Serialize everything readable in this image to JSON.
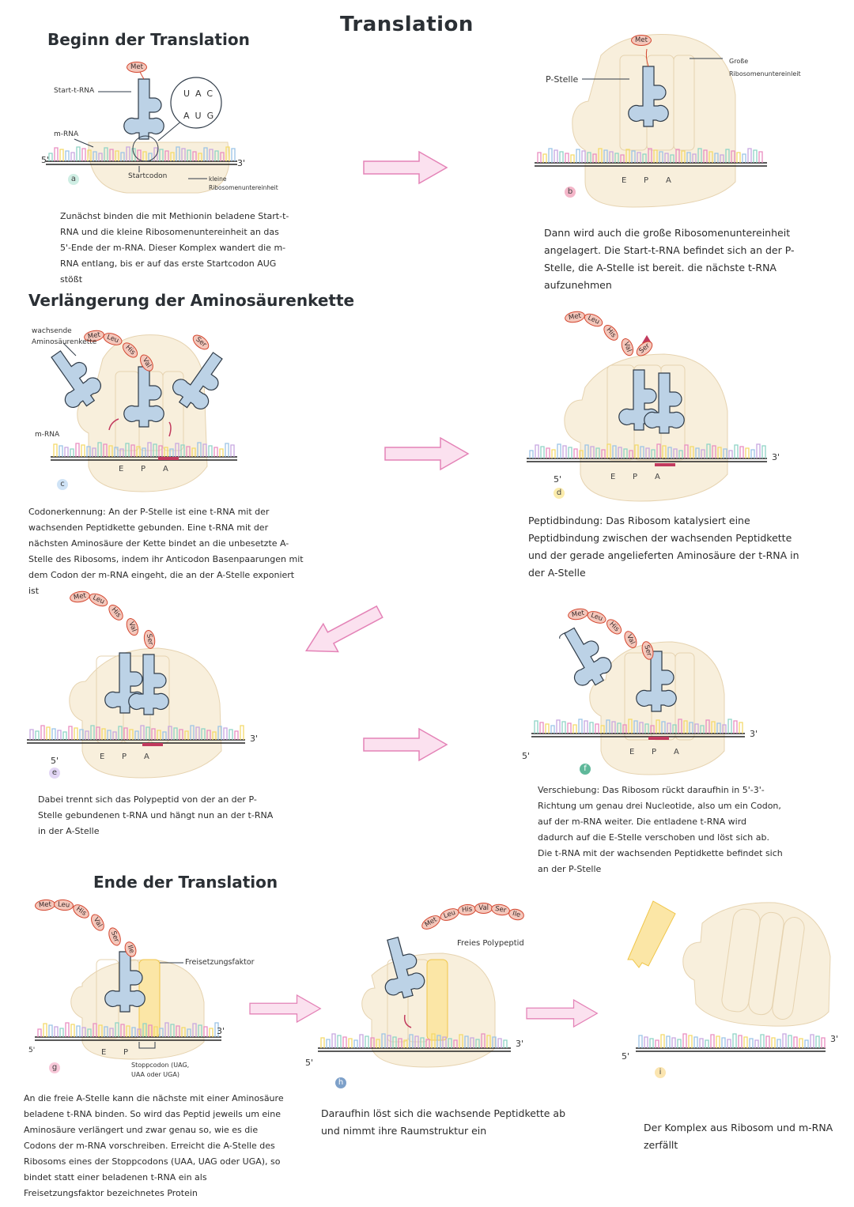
{
  "page_title": "Translation",
  "sections": {
    "beginn": "Beginn der Translation",
    "verlaengerung": "Verlängerung der Aminosäurenkette",
    "ende": "Ende der Translation"
  },
  "panel_a": {
    "step": "a",
    "label_trna": "Start-t-RNA",
    "label_mrna": "m-RNA",
    "label_5": "5'",
    "label_3": "3'",
    "label_startcodon": "Startcodon",
    "label_small": "kleine Ribosomenuntereinheit",
    "anticodon": "UAC",
    "codon": "AUG",
    "aa": "Met",
    "text": "Zunächst binden die mit Methionin beladene Start-t-RNA und die kleine Ribosomenuntereinheit an das 5'-Ende der m-RNA. Dieser Komplex wandert die m-RNA entlang, bis er auf das erste Startcodon AUG stößt"
  },
  "panel_b": {
    "step": "b",
    "label_p": "P-Stelle",
    "label_large": "Große Ribosomenuntereinleit",
    "aa": "Met",
    "sites": [
      "E",
      "P",
      "A"
    ],
    "text": "Dann wird auch die große Ribosomenuntereinheit angelagert. Die Start-t-RNA befindet sich an der P-Stelle, die A-Stelle ist bereit. die nächste t-RNA aufzunehmen"
  },
  "panel_c": {
    "step": "c",
    "label_chain": "wachsende Aminosäurenkette",
    "label_mrna": "m-RNA",
    "chain": [
      "Met",
      "Leu",
      "His",
      "Val"
    ],
    "incoming": "Ser",
    "sites": [
      "E",
      "P",
      "A"
    ],
    "text": "Codonerkennung: An der P-Stelle ist eine t-RNA mit der wachsenden Peptidkette gebunden. Eine t-RNA mit der nächsten Aminosäure der Kette bindet an die unbesetzte A-Stelle des Ribosoms, indem ihr Anticodon Basenpaarungen mit dem Codon der m-RNA eingeht, die an der A-Stelle exponiert ist"
  },
  "panel_d": {
    "step": "d",
    "chain": [
      "Met",
      "Leu",
      "His",
      "Val",
      "Ser"
    ],
    "label_5": "5'",
    "label_3": "3'",
    "sites": [
      "E",
      "P",
      "A"
    ],
    "text": "Peptidbindung: Das Ribosom katalysiert eine Peptidbindung zwischen der wachsenden Peptidkette und der gerade angelieferten Aminosäure der t-RNA in der A-Stelle"
  },
  "panel_e": {
    "step": "e",
    "chain": [
      "Met",
      "Leu",
      "His",
      "Val",
      "Ser"
    ],
    "label_5": "5'",
    "label_3": "3'",
    "sites": [
      "E",
      "P",
      "A"
    ],
    "text": "Dabei trennt sich das Polypeptid von der an der P-Stelle gebundenen t-RNA und hängt nun an der t-RNA in der A-Stelle"
  },
  "panel_f": {
    "step": "f",
    "chain": [
      "Met",
      "Leu",
      "His",
      "Val",
      "Ser"
    ],
    "label_5": "5'",
    "label_3": "3'",
    "sites": [
      "E",
      "P",
      "A"
    ],
    "text": "Verschiebung: Das Ribosom rückt daraufhin in 5'-3'-Richtung um genau drei Nucleotide, also um ein Codon, auf der m-RNA weiter. Die entladene t-RNA wird dadurch auf die E-Stelle verschoben und löst sich ab. Die t-RNA mit der wachsenden Peptidkette befindet sich an der P-Stelle"
  },
  "panel_g": {
    "step": "g",
    "chain": [
      "Met",
      "Leu",
      "His",
      "Val",
      "Ser",
      "Ile"
    ],
    "label_factor": "Freisetzungsfaktor",
    "label_stop": "Stoppcodon (UAG, UAA oder UGA)",
    "label_5": "5'",
    "label_3": "3'",
    "sites": [
      "E",
      "P"
    ],
    "text": "An die freie A-Stelle kann die nächste mit einer Aminosäure beladene t-RNA binden. So wird das Peptid jeweils um eine Aminosäure verlängert und zwar genau so, wie es die Codons der m-RNA vorschreiben. Erreicht die A-Stelle des Ribosoms eines der Stoppcodons (UAA, UAG oder UGA), so bindet statt einer beladenen t-RNA ein als Freisetzungsfaktor bezeichnetes Protein"
  },
  "panel_h": {
    "step": "h",
    "chain": [
      "Met",
      "Leu",
      "His",
      "Val",
      "Ser",
      "Ile"
    ],
    "label_free": "Freies Polypeptid",
    "label_5": "5'",
    "label_3": "3'",
    "text": "Daraufhin löst sich die wachsende Peptidkette ab und nimmt ihre Raumstruktur ein"
  },
  "panel_i": {
    "step": "i",
    "label_5": "5'",
    "label_3": "3'",
    "text": "Der Komplex aus Ribosom und m-RNA zerfällt"
  },
  "colors": {
    "ribosome_fill": "#f8efdc",
    "ribosome_stroke": "#e6d3b0",
    "trna_fill": "#bcd2e6",
    "trna_stroke": "#2f3b48",
    "aa_fill": "#f4c7bb",
    "aa_stroke": "#d3452e",
    "arrow_fill": "#fbe1ef",
    "arrow_stroke": "#e483b7",
    "factor_fill": "#fbe6a6",
    "factor_stroke": "#f0c64a",
    "nuc_colors": [
      "#8fd3c5",
      "#e98dc0",
      "#f3d96a",
      "#9bc3e6",
      "#c7a6e0"
    ],
    "step_colors": {
      "a": "#cfeee4",
      "b": "#f4b6c9",
      "c": "#cfe3f6",
      "d": "#fbecac",
      "e": "#e2d6f5",
      "f": "#5fb89a",
      "g": "#f8c8d9",
      "h": "#7da0c9",
      "i": "#fbe5b0"
    }
  }
}
